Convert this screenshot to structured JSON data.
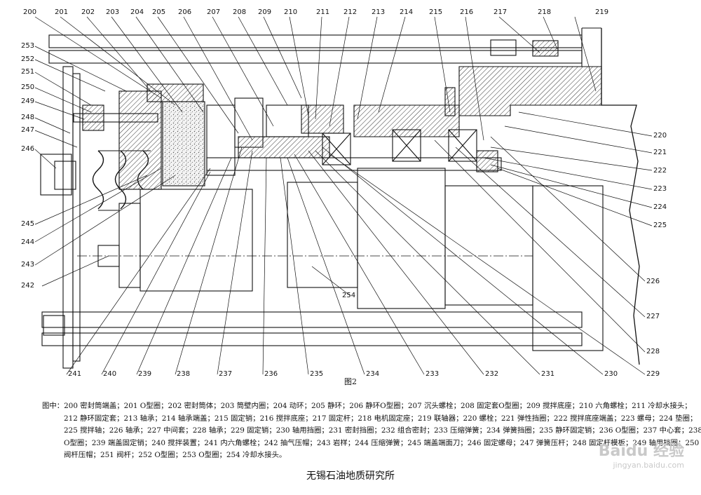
{
  "figure_label": "图2",
  "callouts": [
    {
      "id": "200",
      "text": "200"
    },
    {
      "id": "201",
      "text": "201"
    },
    {
      "id": "202",
      "text": "202"
    },
    {
      "id": "203",
      "text": "203"
    },
    {
      "id": "204",
      "text": "204"
    },
    {
      "id": "205",
      "text": "205"
    },
    {
      "id": "206",
      "text": "206"
    },
    {
      "id": "207",
      "text": "207"
    },
    {
      "id": "208",
      "text": "208"
    },
    {
      "id": "209",
      "text": "209"
    },
    {
      "id": "210",
      "text": "210"
    },
    {
      "id": "211",
      "text": "211"
    },
    {
      "id": "212",
      "text": "212"
    },
    {
      "id": "213",
      "text": "213"
    },
    {
      "id": "214",
      "text": "214"
    },
    {
      "id": "215",
      "text": "215"
    },
    {
      "id": "216",
      "text": "216"
    },
    {
      "id": "217",
      "text": "217"
    },
    {
      "id": "218",
      "text": "218"
    },
    {
      "id": "219",
      "text": "219"
    },
    {
      "id": "220",
      "text": "220"
    },
    {
      "id": "221",
      "text": "221"
    },
    {
      "id": "222",
      "text": "222"
    },
    {
      "id": "223",
      "text": "223"
    },
    {
      "id": "224",
      "text": "224"
    },
    {
      "id": "225",
      "text": "225"
    },
    {
      "id": "226",
      "text": "226"
    },
    {
      "id": "227",
      "text": "227"
    },
    {
      "id": "228",
      "text": "228"
    },
    {
      "id": "229",
      "text": "229"
    },
    {
      "id": "230",
      "text": "230"
    },
    {
      "id": "231",
      "text": "231"
    },
    {
      "id": "232",
      "text": "232"
    },
    {
      "id": "233",
      "text": "233"
    },
    {
      "id": "234",
      "text": "234"
    },
    {
      "id": "235",
      "text": "235"
    },
    {
      "id": "236",
      "text": "236"
    },
    {
      "id": "237",
      "text": "237"
    },
    {
      "id": "238",
      "text": "238"
    },
    {
      "id": "239",
      "text": "239"
    },
    {
      "id": "240",
      "text": "240"
    },
    {
      "id": "241",
      "text": "241"
    },
    {
      "id": "242",
      "text": "242"
    },
    {
      "id": "243",
      "text": "243"
    },
    {
      "id": "244",
      "text": "244"
    },
    {
      "id": "245",
      "text": "245"
    },
    {
      "id": "246",
      "text": "246"
    },
    {
      "id": "247",
      "text": "247"
    },
    {
      "id": "248",
      "text": "248"
    },
    {
      "id": "249",
      "text": "249"
    },
    {
      "id": "250",
      "text": "250"
    },
    {
      "id": "251",
      "text": "251"
    },
    {
      "id": "252",
      "text": "252"
    },
    {
      "id": "253",
      "text": "253"
    },
    {
      "id": "254",
      "text": "254"
    }
  ],
  "legend_text": "图中：200 密封筒端盖；201 O型圈；202 密封筒体；203 筒壁内圈；204 动环；205 静环；206 静环O型圈；207 沉头螺栓；208 固定套O型圈；209 搅拌底座；210 六角螺栓；211 冷却水接头；212 静环固定套；213 轴承；214 轴承端盖；215 固定销；216 搅拌底座；217 固定杆；218 电机固定座；219 联轴器；220 螺栓；221 弹性挡圈；222 搅拌底座端盖；223 螺母；224 垫圈；225 搅拌轴；226 轴承；227 中间套；228 轴承；229 固定销；230 轴用挡圈；231 密封挡圈；232 组合密封；233 压缩弹簧；234 弹簧挡圈；235 静环固定销；236 O型圈；237 中心套；238 O型圈；239 端盖固定销；240 搅拌装置；241 内六角螺栓；242 抽气压帽；243 岩样；244 压缩弹簧；245 端盖端面刀；246 固定螺母；247 弹簧压杆；248 固定杆模板；249 轴用挡圈；250 阀杆压帽；251 阀杆；252 O型圈；253 O型圈；254 冷却水接头。",
  "organization": "无锡石油地质研究所",
  "watermark": {
    "brand": "Baidu 经验",
    "url": "jingyan.baidu.com"
  },
  "colors": {
    "ink": "#111111",
    "hatch": "#333333",
    "paper": "#ffffff",
    "watermark": "#c9c9c9"
  }
}
